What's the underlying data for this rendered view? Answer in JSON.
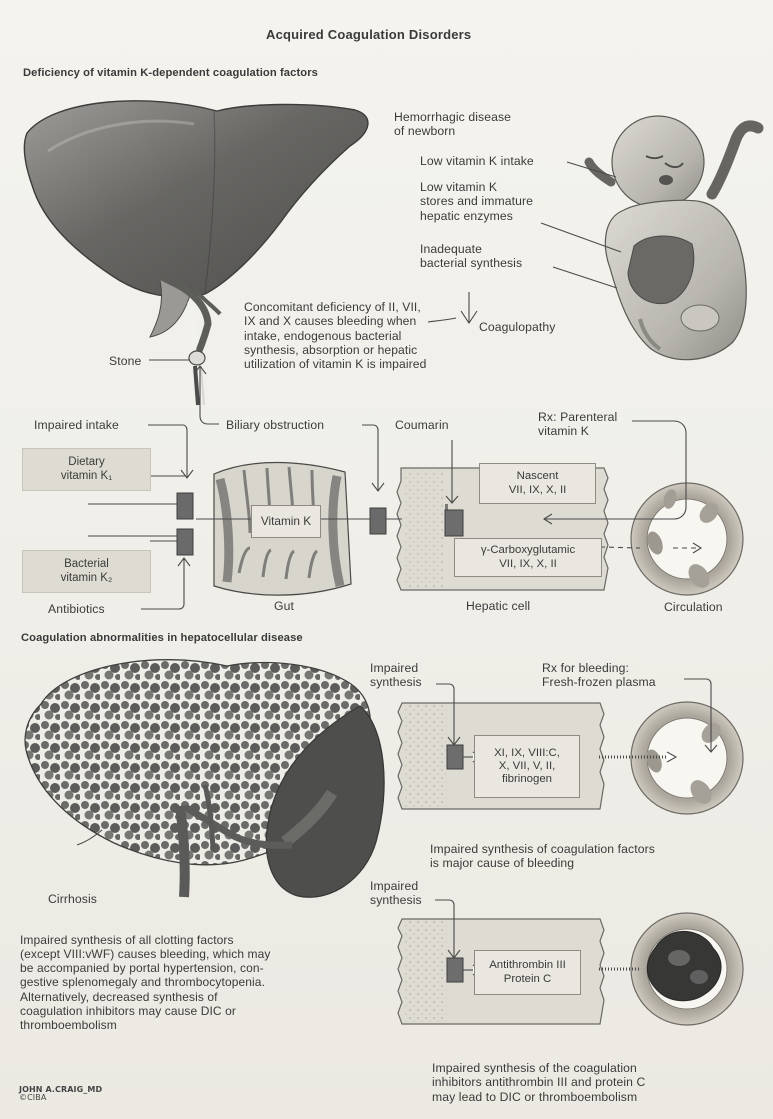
{
  "title": "Acquired Coagulation Disorders",
  "section_1": "Deficiency of vitamin K-dependent coagulation factors",
  "section_2": "Coagulation abnormalities in hepatocellular disease",
  "newborn": {
    "heading": "Hemorrhagic disease\nof newborn",
    "cause_1": "Low vitamin K intake",
    "cause_2": "Low vitamin K\nstores and immature\nhepatic enzymes",
    "cause_3": "Inadequate\nbacterial synthesis",
    "result": "Coagulopathy"
  },
  "concomitant_note": "Concomitant deficiency of II, VII,\nIX and X causes bleeding when\nintake, endogenous bacterial\nsynthesis, absorption or hepatic\nutilization of vitamin K is impaired",
  "labels": {
    "stone": "Stone",
    "impaired_intake": "Impaired intake",
    "biliary_obstruction": "Biliary obstruction",
    "coumarin": "Coumarin",
    "rx_parenteral": "Rx: Parenteral\nvitamin K",
    "dietary": "Dietary\nvitamin K₁",
    "bacterial": "Bacterial\nvitamin K₂",
    "antibiotics": "Antibiotics",
    "vitamin_k": "Vitamin K",
    "gut": "Gut",
    "nascent": "Nascent\nVII, IX, X, II",
    "carboxy": "γ-Carboxyglutamic\nVII, IX, X, II",
    "hepatic_cell": "Hepatic cell",
    "circulation": "Circulation",
    "impaired_synthesis_1": "Impaired\nsynthesis",
    "rx_bleeding": "Rx for bleeding:\nFresh-frozen plasma",
    "factors_box": "XI, IX, VIII:C,\nX, VII, V, II,\nfibrinogen",
    "factors_caption": "Impaired synthesis of coagulation factors\nis major cause of bleeding",
    "cirrhosis": "Cirrhosis",
    "impaired_synthesis_2": "Impaired\nsynthesis",
    "inhibitors_box": "Antithrombin III\nProtein C",
    "inhibitors_caption": "Impaired synthesis of the coagulation\ninhibitors antithrombin III and protein C\nmay lead to DIC or thromboembolism",
    "cirrhosis_text": "Impaired synthesis of all clotting factors\n(except VIII:vWF) causes bleeding, which may\nbe accompanied by portal hypertension, con-\ngestive splenomegaly and thrombocytopenia.\nAlternatively, decreased synthesis of\ncoagulation inhibitors may cause DIC or\nthromboembolism"
  },
  "signature": "JOHN A.CRAIG_MD",
  "copyright": "©CIBA"
}
